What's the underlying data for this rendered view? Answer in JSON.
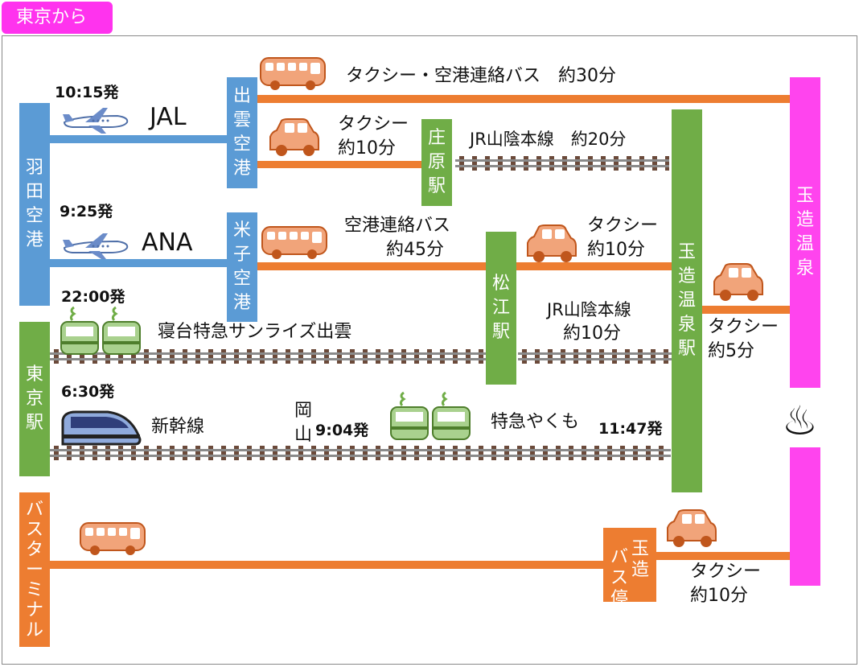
{
  "header": {
    "tag": "東京から"
  },
  "origins": {
    "haneda": [
      "羽",
      "田",
      "空",
      "港"
    ],
    "tokyo_station": [
      "東",
      "京",
      "駅"
    ],
    "bus_terminal": [
      "バ",
      "ス",
      "タ",
      "ー",
      "ミ",
      "ナ",
      "ル"
    ]
  },
  "stations": {
    "izumo_airport": [
      "出",
      "雲",
      "空",
      "港"
    ],
    "yonago_airport": [
      "米",
      "子",
      "空",
      "港"
    ],
    "shobara_station": [
      "庄",
      "原",
      "駅"
    ],
    "matsue_station": [
      "松",
      "江",
      "駅"
    ],
    "tamatsukuri_station": [
      "玉",
      "造",
      "温",
      "泉",
      "駅"
    ],
    "tamatsukuri_onsen": [
      "玉",
      "造",
      "温",
      "泉"
    ],
    "bus_stop_col1": [
      "玉",
      "造"
    ],
    "bus_stop_col2": [
      "バ",
      "ス",
      "停"
    ]
  },
  "routes": {
    "jal": {
      "time": "10:15発",
      "airline": "JAL"
    },
    "ana": {
      "time": "9:25発",
      "airline": "ANA"
    },
    "izumo_bus": {
      "label": "タクシー・空港連絡バス　約30分"
    },
    "izumo_taxi": {
      "line1": "タクシー",
      "line2": "約10分"
    },
    "shobara_jr": {
      "label": "JR山陰本線　約20分"
    },
    "yonago_bus": {
      "line1": "空港連絡バス",
      "line2": "約45分"
    },
    "matsue_taxi": {
      "line1": "タクシー",
      "line2": "約10分"
    },
    "matsue_jr": {
      "line1": "JR山陰本線",
      "line2": "約10分"
    },
    "sunrise": {
      "time": "22:00発",
      "label": "寝台特急サンライズ出雲"
    },
    "shinkansen": {
      "time": "6:30発",
      "label": "新幹線"
    },
    "okayama": {
      "line1": "岡",
      "line2": "山",
      "time": "9:04発"
    },
    "yakumo": {
      "label": "特急やくも",
      "arrival": "11:47発"
    },
    "final_taxi": {
      "line1": "タクシー",
      "line2": "約5分"
    },
    "bus_taxi": {
      "line1": "タクシー",
      "line2": "約10分"
    }
  },
  "icons": {
    "onsen": "♨",
    "plane": "plane-icon",
    "bus": "bus-icon",
    "taxi": "taxi-icon",
    "train": "train-icon"
  },
  "colors": {
    "blue": "#5b9bd5",
    "green": "#70ad47",
    "orange": "#ed7d31",
    "pink": "#ff44ee"
  }
}
